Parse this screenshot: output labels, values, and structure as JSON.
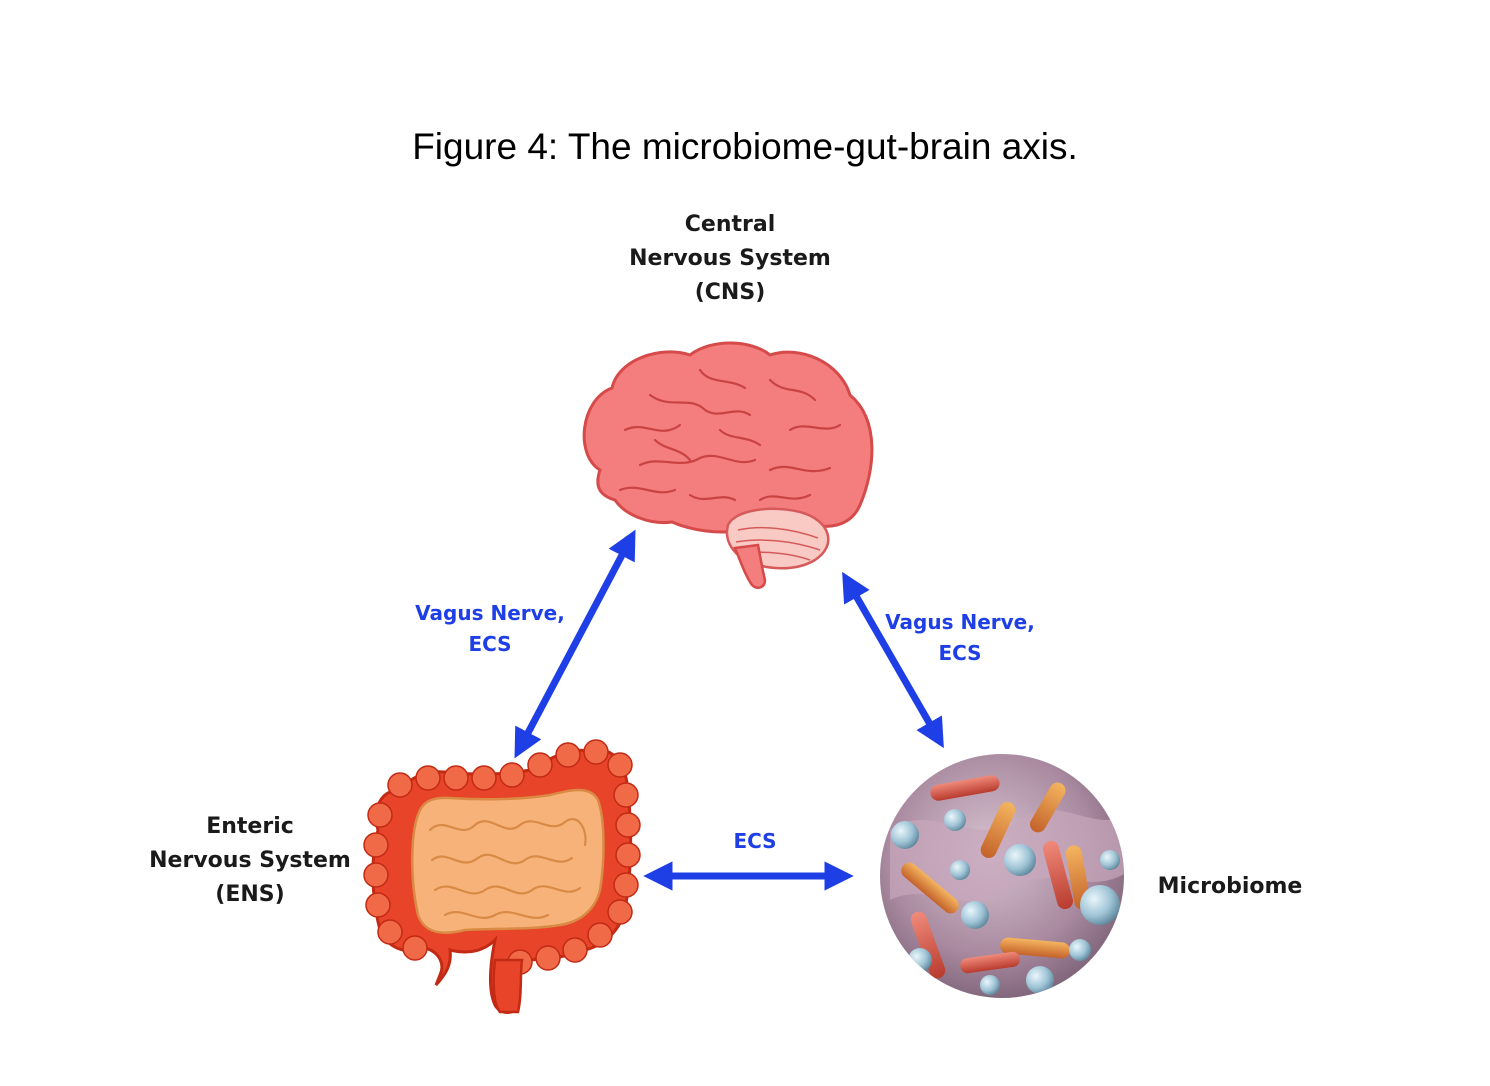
{
  "title": "Figure 4: The microbiome-gut-brain axis.",
  "nodes": {
    "cns": {
      "lines": [
        "Central",
        "Nervous System",
        "(CNS)"
      ]
    },
    "ens": {
      "lines": [
        "Enteric",
        "Nervous System",
        "(ENS)"
      ]
    },
    "microbiome": {
      "label": "Microbiome"
    }
  },
  "edges": {
    "cns_ens": {
      "lines": [
        "Vagus Nerve,",
        "ECS"
      ]
    },
    "cns_microbiome": {
      "lines": [
        "Vagus Nerve,",
        "ECS"
      ]
    },
    "ens_microbiome": {
      "label": "ECS"
    }
  },
  "colors": {
    "arrow": "#1f3fe6",
    "brain": "#f47d7d",
    "colon": "#e8442a",
    "small_intestine": "#f7b27a",
    "microbe_bg": "#b494a8"
  },
  "icons": {
    "cns": "brain-icon",
    "ens": "intestines-icon",
    "microbiome": "bacteria-icon"
  }
}
